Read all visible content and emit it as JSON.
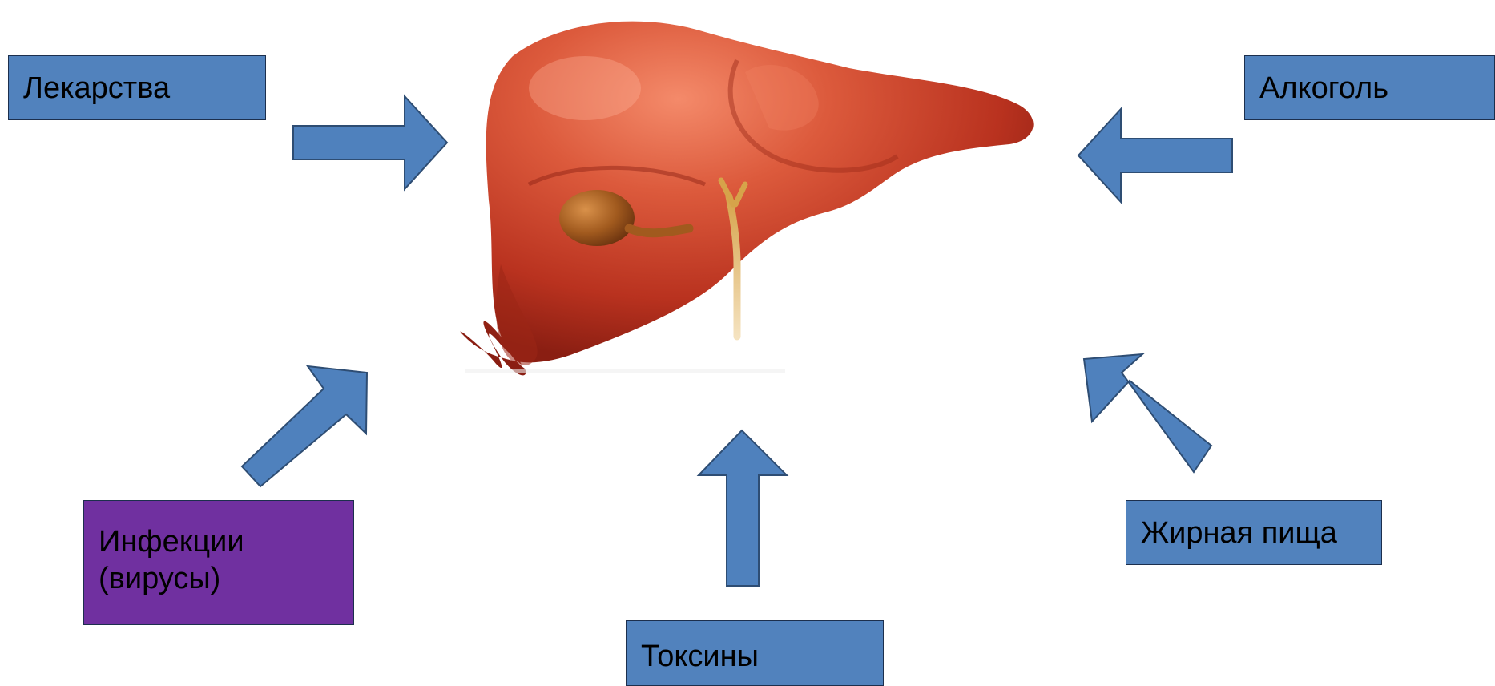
{
  "diagram": {
    "labels": {
      "medicines": "Лекарства",
      "alcohol": "Алкоголь",
      "infections_line1": "Инфекции",
      "infections_line2": "(вирусы)",
      "toxins": "Токсины",
      "fatty_food": "Жирная пища"
    },
    "colors": {
      "box_blue": "#5182bd",
      "box_purple": "#7030a0",
      "arrow_fill": "#4f81bd",
      "liver_red": "#c8402a",
      "gallbladder": "#a15a1e"
    },
    "center_image": "liver-illustration"
  }
}
